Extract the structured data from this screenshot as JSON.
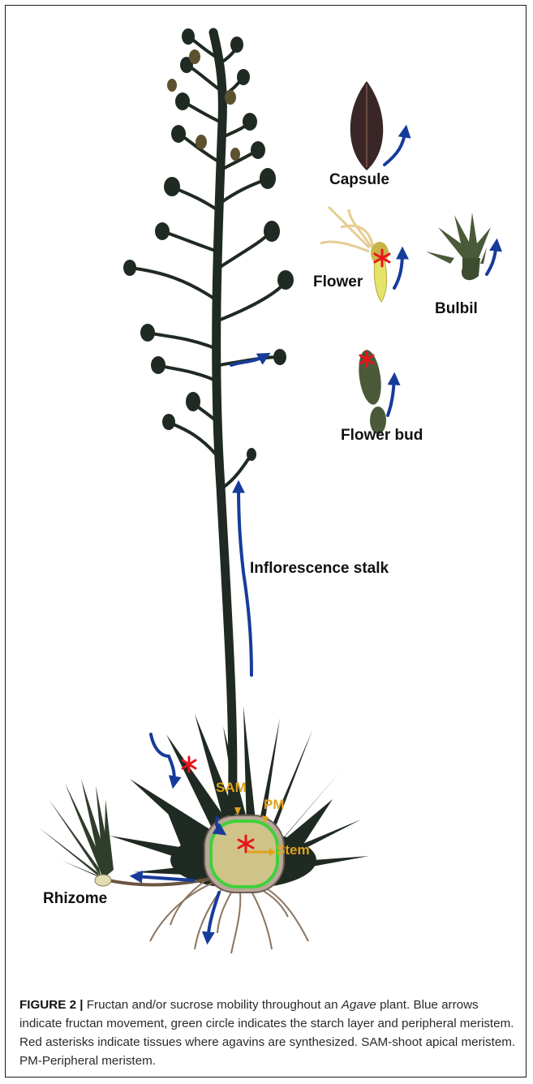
{
  "labels": {
    "capsule": "Capsule",
    "flower": "Flower",
    "bulbil": "Bulbil",
    "flower_bud": "Flower bud",
    "inflorescence_stalk": "Inflorescence stalk",
    "rhizome": "Rhizome",
    "sam": "SAM",
    "pm": "PM",
    "stem": "Stem"
  },
  "caption": {
    "figure_label": "FIGURE 2 |",
    "text_before_italic": " Fructan and/or sucrose mobility throughout an ",
    "italic_word": "Agave",
    "text_after_italic": " plant. Blue arrows indicate fructan movement, green circle indicates the starch layer and peripheral meristem. Red asterisks indicate tissues where agavins are synthesized. SAM-shoot apical meristem. PM-Peripheral meristem."
  },
  "colors": {
    "plant_dark": "#1f2a22",
    "leaf_green": "#4a5a38",
    "arrow_blue": "#163c9b",
    "asterisk_red": "#e8141c",
    "meristem_orange": "#e0a21c",
    "starch_green": "#3fd13a",
    "stem_tissue": "#cfc38a"
  }
}
